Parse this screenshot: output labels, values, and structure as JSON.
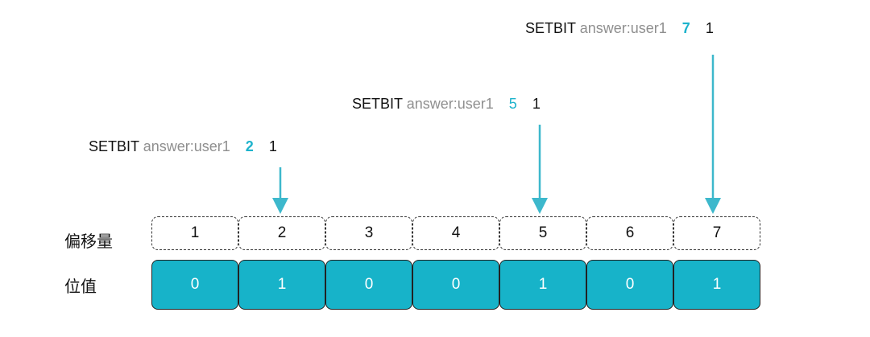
{
  "commands": [
    {
      "cmd": "SETBIT",
      "key": "answer:user1",
      "offset": "7",
      "value": "1"
    },
    {
      "cmd": "SETBIT",
      "key": "answer:user1",
      "offset": "5",
      "value": "1"
    },
    {
      "cmd": "SETBIT",
      "key": "answer:user1",
      "offset": "2",
      "value": "1"
    }
  ],
  "labels": {
    "offset_row": "偏移量",
    "bit_row": "位值"
  },
  "offsets": [
    "1",
    "2",
    "3",
    "4",
    "5",
    "6",
    "7"
  ],
  "bits": [
    "0",
    "1",
    "0",
    "0",
    "1",
    "0",
    "1"
  ],
  "colors": {
    "accent": "#17b3c9",
    "arrow": "#3db8cc",
    "key_gray": "#8f8f8f"
  }
}
